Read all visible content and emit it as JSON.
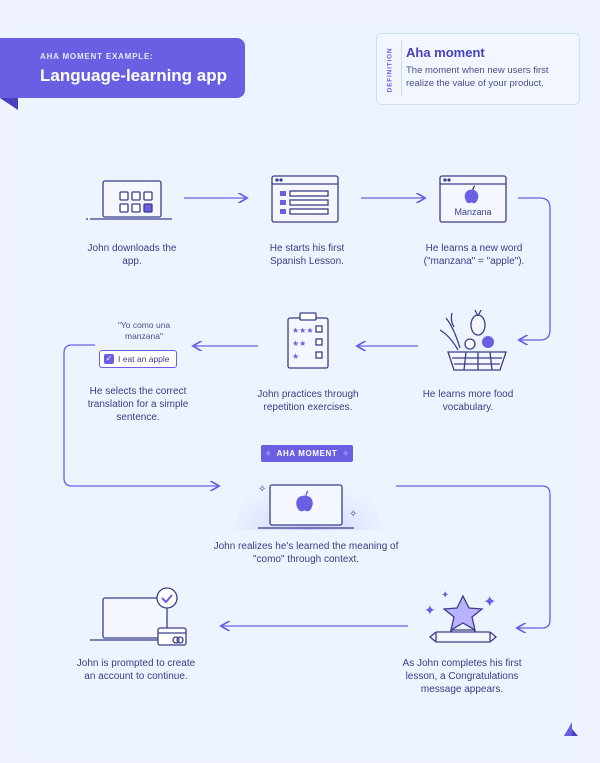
{
  "header": {
    "kicker": "AHA MOMENT EXAMPLE:",
    "title": "Language-learning app"
  },
  "definition": {
    "tag": "DEFINITION",
    "title": "Aha moment",
    "body": "The moment when new users first realize the value of your product."
  },
  "steps": [
    {
      "caption": "John downloads the app.",
      "icon": "laptop-apps-icon"
    },
    {
      "caption": "He starts his first Spanish Lesson.",
      "icon": "lesson-list-window-icon"
    },
    {
      "caption": "He learns a new word (\"manzana\" = \"apple\").",
      "icon": "apple-flashcard-window-icon",
      "card_label": "Manzana"
    },
    {
      "caption": "He learns more food vocabulary.",
      "icon": "food-basket-icon"
    },
    {
      "caption": "John practices through repetition exercises.",
      "icon": "clipboard-checklist-icon"
    },
    {
      "caption": "He selects the correct translation for a simple sentence.",
      "icon": "translation-choice-icon",
      "quote": "\"Yo como una manzana\"",
      "answer": "I eat an apple"
    },
    {
      "caption": "John realizes he's learned the meaning of \"como\" through context.",
      "icon": "laptop-apple-icon",
      "badge": "AHA MOMENT"
    },
    {
      "caption": "As John completes his first lesson, a Congratulations message appears.",
      "icon": "star-trophy-icon"
    },
    {
      "caption": "John is prompted to create an account to continue.",
      "icon": "laptop-card-check-icon"
    }
  ],
  "colors": {
    "accent": "#6a5fe3",
    "accent_dark": "#4a3fbf",
    "line": "#3a3f86",
    "background": "#eef3fe"
  }
}
